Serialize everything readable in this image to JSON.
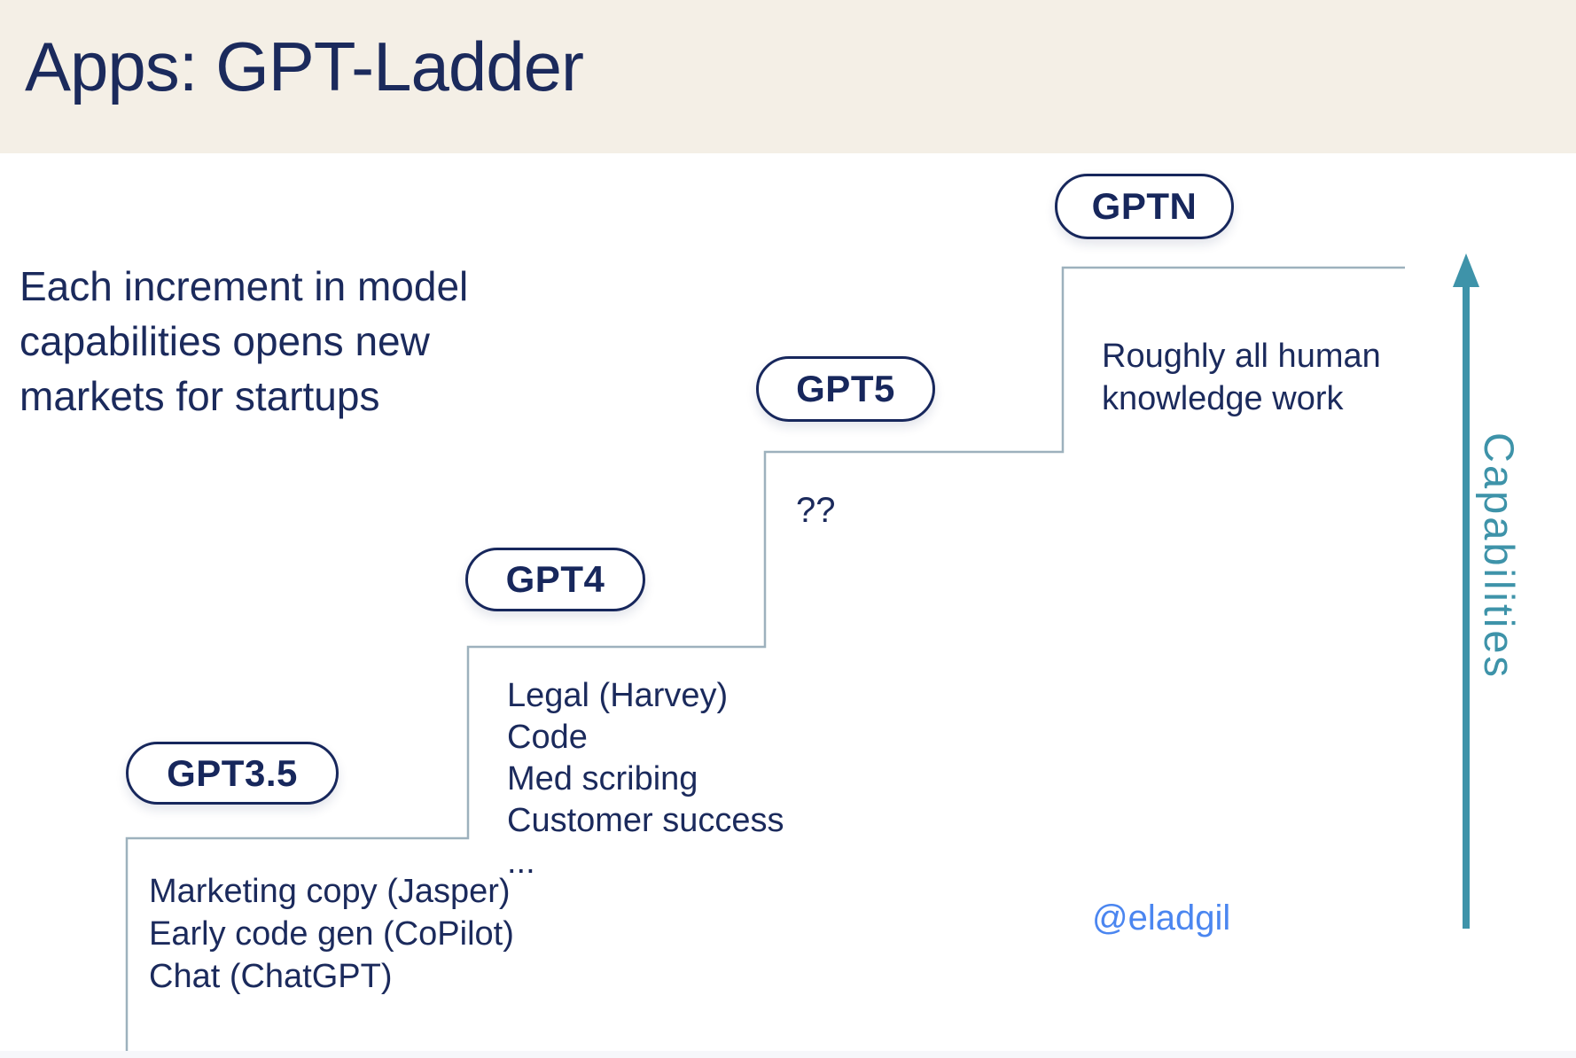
{
  "header": {
    "title": "Apps: GPT-Ladder"
  },
  "intro": {
    "lines": [
      "Each increment in model",
      "capabilities opens new",
      "markets for startups"
    ]
  },
  "ladder": {
    "steps": [
      {
        "label": "GPT3.5",
        "items": [
          "Marketing copy (Jasper)",
          "Early code gen (CoPilot)",
          "Chat (ChatGPT)"
        ]
      },
      {
        "label": "GPT4",
        "items": [
          "Legal (Harvey)",
          "Code",
          "Med scribing",
          "Customer success",
          "..."
        ]
      },
      {
        "label": "GPT5",
        "items": [
          "??"
        ]
      },
      {
        "label": "GPTN",
        "items": [
          "Roughly all human",
          "knowledge work"
        ]
      }
    ]
  },
  "axis": {
    "label": "Capabilities"
  },
  "footer": {
    "handle": "@eladgil"
  },
  "colors": {
    "navy": "#1b2a5c",
    "teal": "#3e93a9",
    "step_line": "#9db1bd",
    "header_cream": "#f4efe6",
    "handle_blue": "#4b86f0",
    "bottom_strip": "#f6f7fa"
  }
}
